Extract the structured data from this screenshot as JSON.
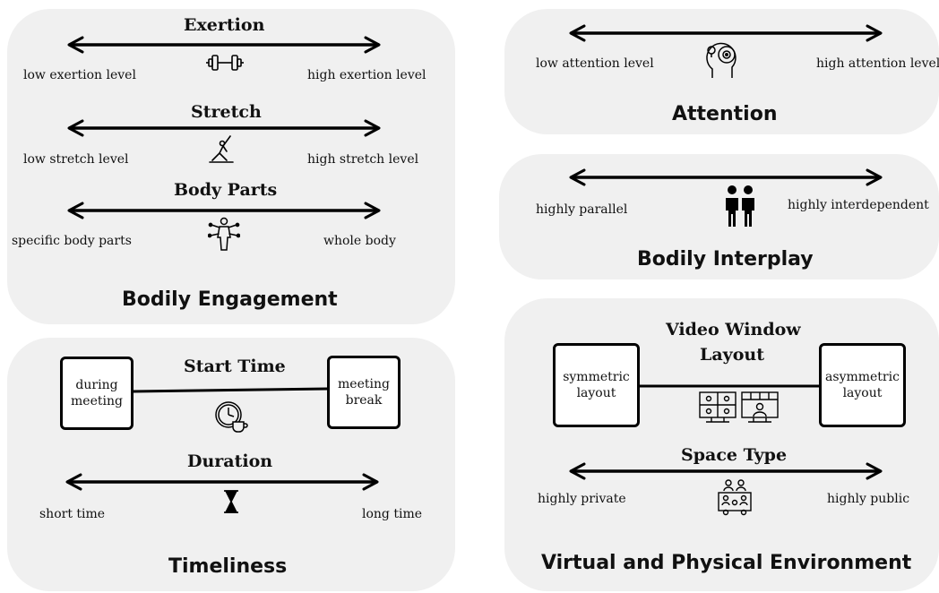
{
  "bodily_engagement": {
    "title": "Bodily Engagement",
    "exertion": {
      "title": "Exertion",
      "left": "low exertion level",
      "right": "high exertion level",
      "icon": "dumbbell-icon"
    },
    "stretch": {
      "title": "Stretch",
      "left": "low stretch level",
      "right": "high stretch level",
      "icon": "stretching-person-icon"
    },
    "body_parts": {
      "title": "Body Parts",
      "left": "specific body parts",
      "right": "whole body",
      "icon": "body-diagram-icon"
    }
  },
  "timeliness": {
    "title": "Timeliness",
    "start_time": {
      "title": "Start Time",
      "left_box": [
        "during",
        "meeting"
      ],
      "right_box": [
        "meeting",
        "break"
      ],
      "icon": "clock-coffee-icon"
    },
    "duration": {
      "title": "Duration",
      "left": "short time",
      "right": "long time",
      "icon": "hourglass-icon"
    }
  },
  "attention": {
    "title": "Attention",
    "left": "low attention level",
    "right": "high attention level",
    "icon": "head-target-icon"
  },
  "bodily_interplay": {
    "title": "Bodily Interplay",
    "left": "highly parallel",
    "right": "highly interdependent",
    "icon": "two-people-icon"
  },
  "environment": {
    "title": "Virtual and Physical Environment",
    "video_layout": {
      "title_lines": [
        "Video Window",
        "Layout"
      ],
      "left_box": [
        "symmetric",
        "layout"
      ],
      "right_box": [
        "asymmetric",
        "layout"
      ],
      "icon": "video-grid-icon"
    },
    "space_type": {
      "title": "Space Type",
      "left": "highly private",
      "right": "highly public",
      "icon": "group-meeting-icon"
    }
  }
}
